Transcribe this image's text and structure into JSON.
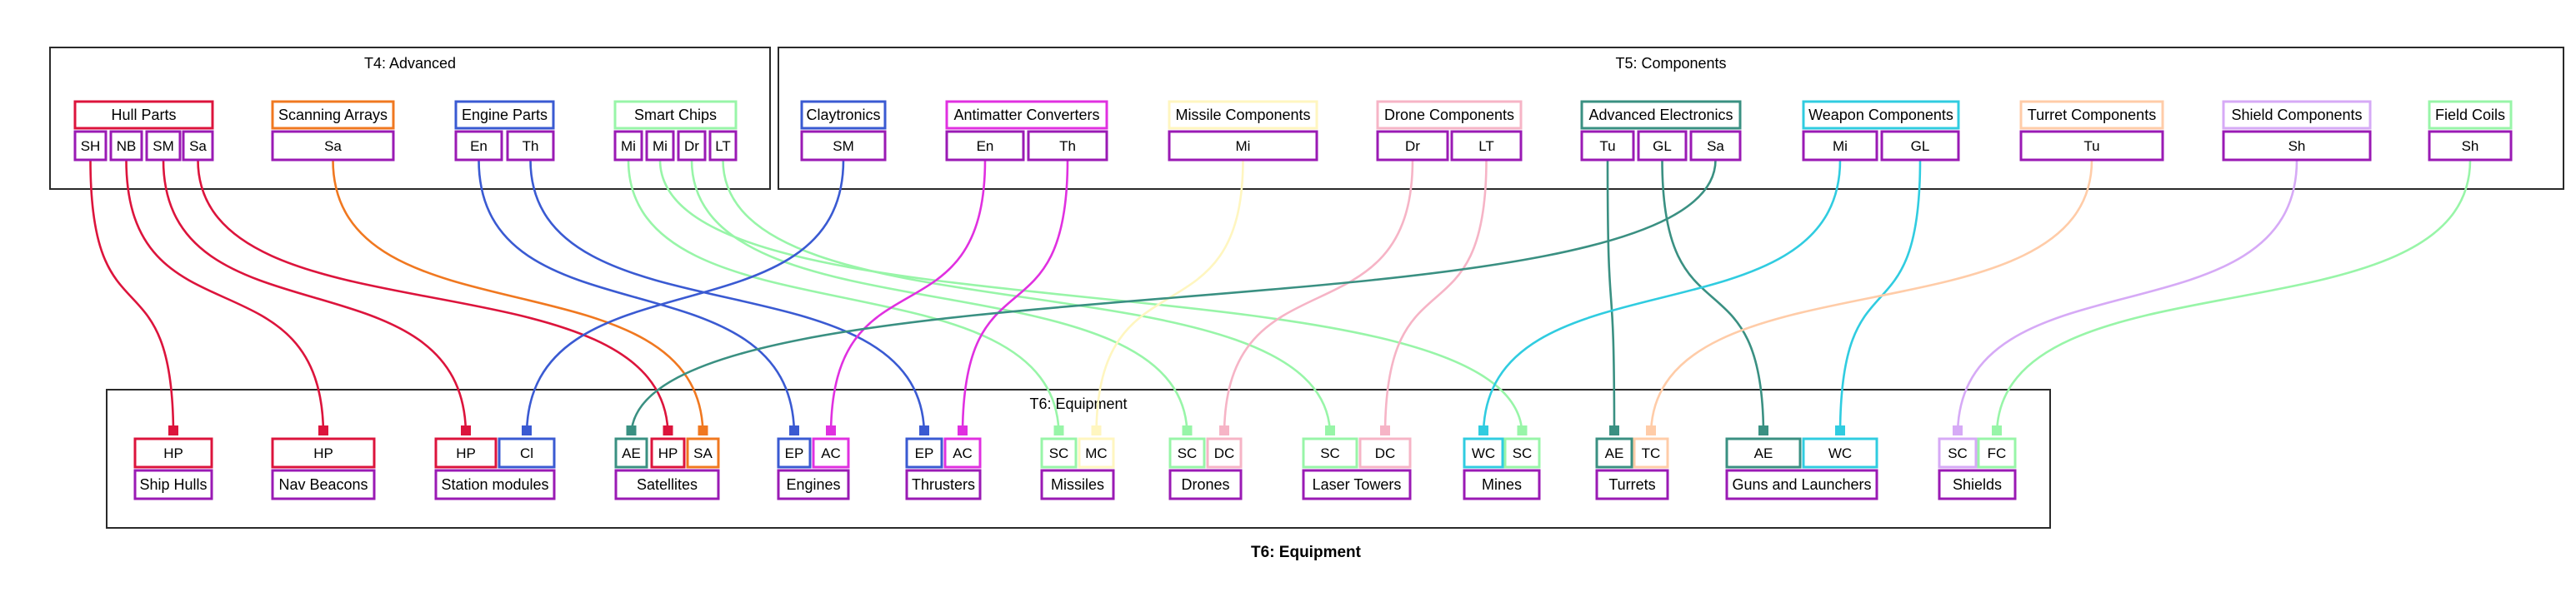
{
  "title": "T6: Equipment",
  "colors": {
    "hull": "#dc143c",
    "scan": "#f07820",
    "engine": "#3a5ad2",
    "chips": "#98f5a8",
    "clay": "#3a5ad2",
    "anti": "#e030e0",
    "missile": "#fff6c0",
    "drone": "#f6b4c6",
    "adv": "#3a9082",
    "weapon": "#30cce0",
    "turret": "#ffcca8",
    "shield": "#d6aaf6",
    "coils": "#98f5a8",
    "product": "#9a1ab4"
  },
  "clusters": [
    {
      "id": "t4",
      "label": "T4: Advanced"
    },
    {
      "id": "t5",
      "label": "T5: Components"
    },
    {
      "id": "t6",
      "label": "T6: Equipment"
    }
  ],
  "sources": [
    {
      "id": "hull",
      "label": "Hull Parts",
      "color": "#dc143c",
      "ports": [
        "SH",
        "NB",
        "SM",
        "Sa"
      ]
    },
    {
      "id": "scan",
      "label": "Scanning Arrays",
      "color": "#f07820",
      "ports": [
        "Sa"
      ]
    },
    {
      "id": "engine",
      "label": "Engine Parts",
      "color": "#3a5ad2",
      "ports": [
        "En",
        "Th"
      ]
    },
    {
      "id": "chips",
      "label": "Smart Chips",
      "color": "#98f5a8",
      "ports": [
        "Mi",
        "Mi",
        "Dr",
        "LT"
      ]
    },
    {
      "id": "clay",
      "label": "Claytronics",
      "color": "#3a5ad2",
      "ports": [
        "SM"
      ]
    },
    {
      "id": "anti",
      "label": "Antimatter Converters",
      "color": "#e030e0",
      "ports": [
        "En",
        "Th"
      ]
    },
    {
      "id": "missile",
      "label": "Missile Components",
      "color": "#fff6c0",
      "ports": [
        "Mi"
      ]
    },
    {
      "id": "drone",
      "label": "Drone Components",
      "color": "#f6b4c6",
      "ports": [
        "Dr",
        "LT"
      ]
    },
    {
      "id": "adv",
      "label": "Advanced Electronics",
      "color": "#3a9082",
      "ports": [
        "Tu",
        "GL",
        "Sa"
      ]
    },
    {
      "id": "weapon",
      "label": "Weapon Components",
      "color": "#30cce0",
      "ports": [
        "Mi",
        "GL"
      ]
    },
    {
      "id": "turret",
      "label": "Turret Components",
      "color": "#ffcca8",
      "ports": [
        "Tu"
      ]
    },
    {
      "id": "shield",
      "label": "Shield Components",
      "color": "#d6aaf6",
      "ports": [
        "Sh"
      ]
    },
    {
      "id": "coils",
      "label": "Field Coils",
      "color": "#98f5a8",
      "ports": [
        "Sh"
      ]
    }
  ],
  "targets": [
    {
      "id": "ship-hulls",
      "label": "Ship Hulls",
      "ports": [
        {
          "t": "HP",
          "c": "#dc143c"
        }
      ]
    },
    {
      "id": "nav-beacons",
      "label": "Nav Beacons",
      "ports": [
        {
          "t": "HP",
          "c": "#dc143c"
        }
      ]
    },
    {
      "id": "station-modules",
      "label": "Station modules",
      "ports": [
        {
          "t": "HP",
          "c": "#dc143c"
        },
        {
          "t": "Cl",
          "c": "#3a5ad2"
        }
      ]
    },
    {
      "id": "satellites",
      "label": "Satellites",
      "ports": [
        {
          "t": "AE",
          "c": "#3a9082"
        },
        {
          "t": "HP",
          "c": "#dc143c"
        },
        {
          "t": "SA",
          "c": "#f07820"
        }
      ]
    },
    {
      "id": "engines",
      "label": "Engines",
      "ports": [
        {
          "t": "EP",
          "c": "#3a5ad2"
        },
        {
          "t": "AC",
          "c": "#e030e0"
        }
      ]
    },
    {
      "id": "thrusters",
      "label": "Thrusters",
      "ports": [
        {
          "t": "EP",
          "c": "#3a5ad2"
        },
        {
          "t": "AC",
          "c": "#e030e0"
        }
      ]
    },
    {
      "id": "missiles",
      "label": "Missiles",
      "ports": [
        {
          "t": "SC",
          "c": "#98f5a8"
        },
        {
          "t": "MC",
          "c": "#fff6c0"
        }
      ]
    },
    {
      "id": "drones",
      "label": "Drones",
      "ports": [
        {
          "t": "SC",
          "c": "#98f5a8"
        },
        {
          "t": "DC",
          "c": "#f6b4c6"
        }
      ]
    },
    {
      "id": "laser-towers",
      "label": "Laser Towers",
      "ports": [
        {
          "t": "SC",
          "c": "#98f5a8"
        },
        {
          "t": "DC",
          "c": "#f6b4c6"
        }
      ]
    },
    {
      "id": "mines",
      "label": "Mines",
      "ports": [
        {
          "t": "WC",
          "c": "#30cce0"
        },
        {
          "t": "SC",
          "c": "#98f5a8"
        }
      ]
    },
    {
      "id": "turrets",
      "label": "Turrets",
      "ports": [
        {
          "t": "AE",
          "c": "#3a9082"
        },
        {
          "t": "TC",
          "c": "#ffcca8"
        }
      ]
    },
    {
      "id": "guns-and-launchers",
      "label": "Guns and Launchers",
      "ports": [
        {
          "t": "AE",
          "c": "#3a9082"
        },
        {
          "t": "WC",
          "c": "#30cce0"
        }
      ]
    },
    {
      "id": "shields",
      "label": "Shields",
      "ports": [
        {
          "t": "SC",
          "c": "#d6aaf6"
        },
        {
          "t": "FC",
          "c": "#98f5a8"
        }
      ]
    }
  ],
  "edges": [
    {
      "from": "hull",
      "fp": 0,
      "to": "ship-hulls",
      "tp": 0,
      "color": "#dc143c"
    },
    {
      "from": "hull",
      "fp": 1,
      "to": "nav-beacons",
      "tp": 0,
      "color": "#dc143c"
    },
    {
      "from": "hull",
      "fp": 2,
      "to": "station-modules",
      "tp": 0,
      "color": "#dc143c"
    },
    {
      "from": "hull",
      "fp": 3,
      "to": "satellites",
      "tp": 1,
      "color": "#dc143c"
    },
    {
      "from": "scan",
      "fp": 0,
      "to": "satellites",
      "tp": 2,
      "color": "#f07820"
    },
    {
      "from": "engine",
      "fp": 0,
      "to": "engines",
      "tp": 0,
      "color": "#3a5ad2"
    },
    {
      "from": "engine",
      "fp": 1,
      "to": "thrusters",
      "tp": 0,
      "color": "#3a5ad2"
    },
    {
      "from": "chips",
      "fp": 0,
      "to": "missiles",
      "tp": 0,
      "color": "#98f5a8"
    },
    {
      "from": "chips",
      "fp": 1,
      "to": "mines",
      "tp": 1,
      "color": "#98f5a8"
    },
    {
      "from": "chips",
      "fp": 2,
      "to": "drones",
      "tp": 0,
      "color": "#98f5a8"
    },
    {
      "from": "chips",
      "fp": 3,
      "to": "laser-towers",
      "tp": 0,
      "color": "#98f5a8"
    },
    {
      "from": "clay",
      "fp": 0,
      "to": "station-modules",
      "tp": 1,
      "color": "#3a5ad2"
    },
    {
      "from": "anti",
      "fp": 0,
      "to": "engines",
      "tp": 1,
      "color": "#e030e0"
    },
    {
      "from": "anti",
      "fp": 1,
      "to": "thrusters",
      "tp": 1,
      "color": "#e030e0"
    },
    {
      "from": "missile",
      "fp": 0,
      "to": "missiles",
      "tp": 1,
      "color": "#fff6c0"
    },
    {
      "from": "drone",
      "fp": 0,
      "to": "drones",
      "tp": 1,
      "color": "#f6b4c6"
    },
    {
      "from": "drone",
      "fp": 1,
      "to": "laser-towers",
      "tp": 1,
      "color": "#f6b4c6"
    },
    {
      "from": "adv",
      "fp": 0,
      "to": "turrets",
      "tp": 0,
      "color": "#3a9082"
    },
    {
      "from": "adv",
      "fp": 1,
      "to": "guns-and-launchers",
      "tp": 0,
      "color": "#3a9082"
    },
    {
      "from": "adv",
      "fp": 2,
      "to": "satellites",
      "tp": 0,
      "color": "#3a9082"
    },
    {
      "from": "weapon",
      "fp": 0,
      "to": "mines",
      "tp": 0,
      "color": "#30cce0"
    },
    {
      "from": "weapon",
      "fp": 1,
      "to": "guns-and-launchers",
      "tp": 1,
      "color": "#30cce0"
    },
    {
      "from": "turret",
      "fp": 0,
      "to": "turrets",
      "tp": 1,
      "color": "#ffcca8"
    },
    {
      "from": "shield",
      "fp": 0,
      "to": "shields",
      "tp": 0,
      "color": "#d6aaf6"
    },
    {
      "from": "coils",
      "fp": 0,
      "to": "shields",
      "tp": 1,
      "color": "#98f5a8"
    }
  ]
}
